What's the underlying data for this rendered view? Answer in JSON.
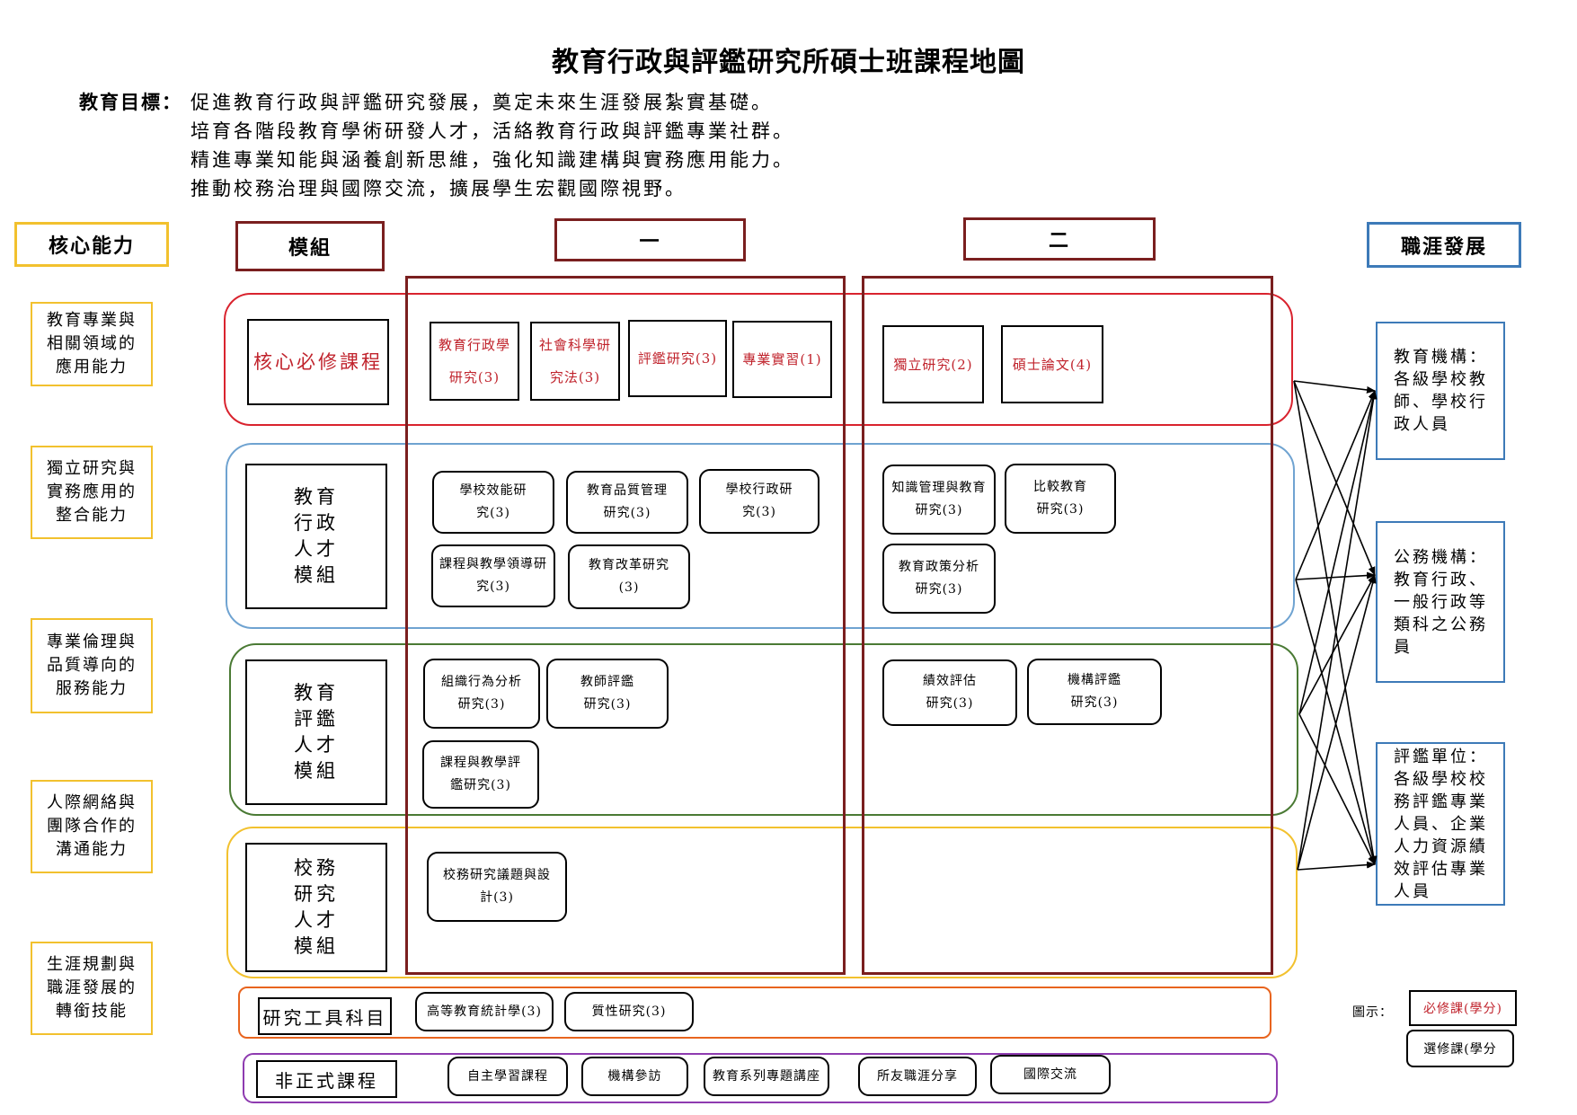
{
  "title": "教育行政與評鑑研究所碩士班課程地圖",
  "goals": {
    "label": "教育目標：",
    "lines": [
      "促進教育行政與評鑑研究發展，奠定未來生涯發展紮實基礎。",
      "培育各階段教育學術研發人才，活絡教育行政與評鑑專業社群。",
      "精進專業知能與涵養創新思維，強化知識建構與實務應用能力。",
      "推動校務治理與國際交流，擴展學生宏觀國際視野。"
    ]
  },
  "headers": {
    "core": "核心能力",
    "module": "模組",
    "year1": "一",
    "year2": "二",
    "career": "職涯發展"
  },
  "competencies": [
    "教育專業與相關領域的應用能力",
    "獨立研究與實務應用的整合能力",
    "專業倫理與品質導向的服務能力",
    "人際網絡與團隊合作的溝通能力",
    "生涯規劃與職涯發展的轉銜技能"
  ],
  "modules": {
    "core": "核心必修課程",
    "admin": "教育行政人才模組",
    "eval": "教育評鑑人才模組",
    "affairs": "校務研究人才模組",
    "tools": "研究工具科目",
    "informal": "非正式課程"
  },
  "courses": {
    "core_y1": [
      "教育行政學研究(3)",
      "社會科學研究法(3)",
      "評鑑研究(3)",
      "專業實習(1)"
    ],
    "core_y2": [
      "獨立研究(2)",
      "碩士論文(4)"
    ],
    "admin_y1": [
      "學校效能研究(3)",
      "教育品質管理研究(3)",
      "學校行政研究(3)",
      "課程與教學領導研究(3)",
      "教育改革研究(3)"
    ],
    "admin_y2": [
      "知識管理與教育研究(3)",
      "比較教育研究(3)",
      "教育政策分析研究(3)"
    ],
    "eval_y1": [
      "組織行為分析研究(3)",
      "教師評鑑研究(3)",
      "課程與教學評鑑研究(3)"
    ],
    "eval_y2": [
      "績效評估研究(3)",
      "機構評鑑研究(3)"
    ],
    "affairs_y1": [
      "校務研究議題與設計(3)"
    ],
    "tools": [
      "高等教育統計學(3)",
      "質性研究(3)"
    ],
    "informal": [
      "自主學習課程",
      "機構參訪",
      "教育系列專題講座",
      "所友職涯分享",
      "國際交流"
    ]
  },
  "careers": [
    "教育機構：各級學校教師、學校行政人員",
    "公務機構：教育行政、一般行政等類科之公務員",
    "評鑑單位：各級學校校務評鑑專業人員、企業人力資源績效評估專業人員"
  ],
  "legend": {
    "label": "圖示：",
    "required": "必修課(學分)",
    "elective": "選修課(學分"
  }
}
